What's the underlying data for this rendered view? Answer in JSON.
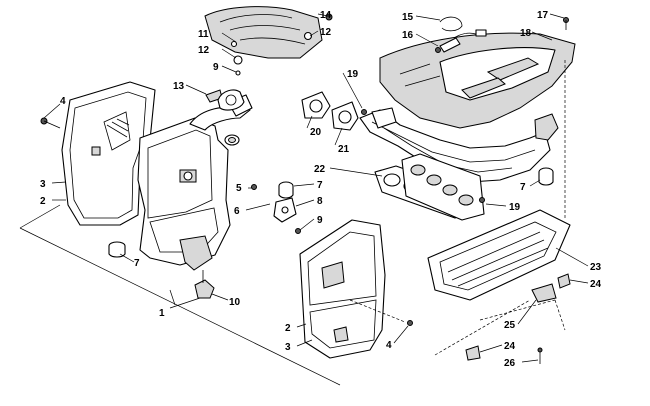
{
  "callouts": [
    {
      "id": "c1",
      "label": "1"
    },
    {
      "id": "c2a",
      "label": "2"
    },
    {
      "id": "c2b",
      "label": "2"
    },
    {
      "id": "c3a",
      "label": "3"
    },
    {
      "id": "c3b",
      "label": "3"
    },
    {
      "id": "c4a",
      "label": "4"
    },
    {
      "id": "c4b",
      "label": "4"
    },
    {
      "id": "c5",
      "label": "5"
    },
    {
      "id": "c6",
      "label": "6"
    },
    {
      "id": "c7a",
      "label": "7"
    },
    {
      "id": "c7b",
      "label": "7"
    },
    {
      "id": "c7c",
      "label": "7"
    },
    {
      "id": "c8",
      "label": "8"
    },
    {
      "id": "c9a",
      "label": "9"
    },
    {
      "id": "c9b",
      "label": "9"
    },
    {
      "id": "c10",
      "label": "10"
    },
    {
      "id": "c11",
      "label": "11"
    },
    {
      "id": "c12a",
      "label": "12"
    },
    {
      "id": "c12b",
      "label": "12"
    },
    {
      "id": "c13",
      "label": "13"
    },
    {
      "id": "c14",
      "label": "14"
    },
    {
      "id": "c15",
      "label": "15"
    },
    {
      "id": "c16",
      "label": "16"
    },
    {
      "id": "c17",
      "label": "17"
    },
    {
      "id": "c18",
      "label": "18"
    },
    {
      "id": "c19a",
      "label": "19"
    },
    {
      "id": "c19b",
      "label": "19"
    },
    {
      "id": "c20",
      "label": "20"
    },
    {
      "id": "c21",
      "label": "21"
    },
    {
      "id": "c22",
      "label": "22"
    },
    {
      "id": "c23",
      "label": "23"
    },
    {
      "id": "c24a",
      "label": "24"
    },
    {
      "id": "c24b",
      "label": "24"
    },
    {
      "id": "c25",
      "label": "25"
    },
    {
      "id": "c26",
      "label": "26"
    }
  ]
}
